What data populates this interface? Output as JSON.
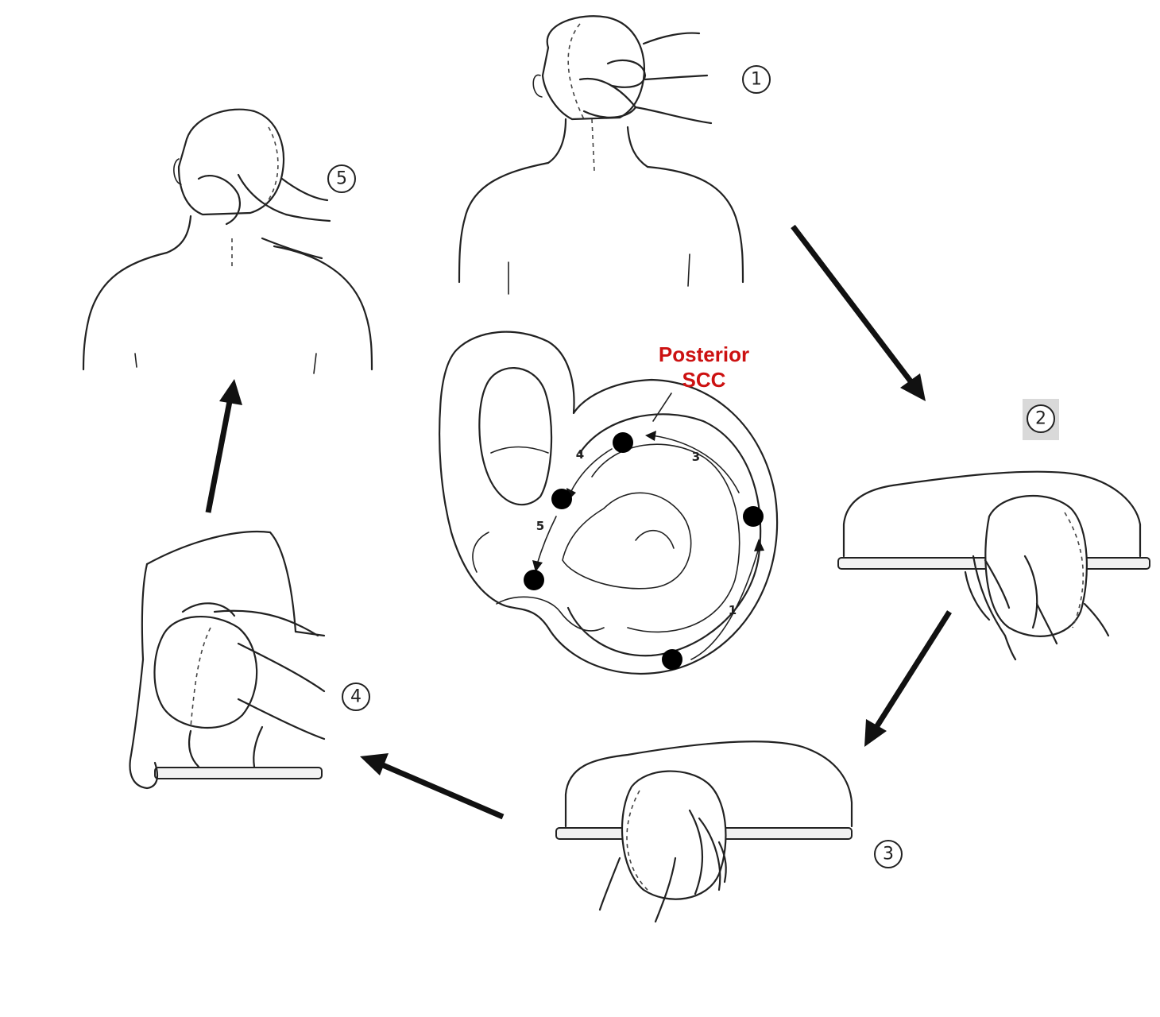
{
  "label": {
    "line1": "Posterior",
    "line2": "SCC"
  },
  "steps": [
    {
      "number": "1"
    },
    {
      "number": "2"
    },
    {
      "number": "3"
    },
    {
      "number": "4"
    },
    {
      "number": "5"
    }
  ],
  "canal_markers": [
    "1",
    "3",
    "4",
    "5"
  ],
  "colors": {
    "label": "#cc1111",
    "ink": "#222222",
    "step2_highlight": "#d9d9d9"
  }
}
